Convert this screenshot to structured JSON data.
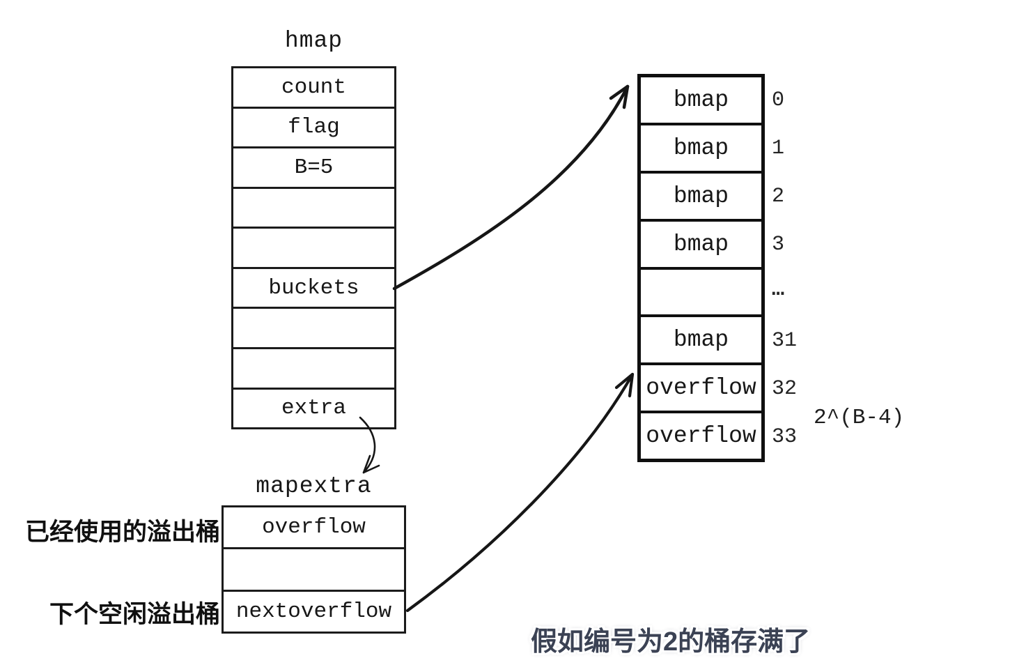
{
  "hmap": {
    "title": "hmap",
    "rows": [
      "count",
      "flag",
      "B=5",
      "",
      "",
      "buckets",
      "",
      "",
      "extra"
    ]
  },
  "bucket_array": {
    "rows": [
      {
        "label": "bmap",
        "index": "0"
      },
      {
        "label": "bmap",
        "index": "1"
      },
      {
        "label": "bmap",
        "index": "2"
      },
      {
        "label": "bmap",
        "index": "3"
      },
      {
        "label": "",
        "index": "…"
      },
      {
        "label": "bmap",
        "index": "31"
      },
      {
        "label": "overflow",
        "index": "32"
      },
      {
        "label": "overflow",
        "index": "33"
      }
    ],
    "size_annotation": "2^(B-4)"
  },
  "mapextra": {
    "title": "mapextra",
    "rows": [
      "overflow",
      "",
      "nextoverflow"
    ],
    "side_labels": [
      "已经使用的溢出桶",
      "下个空闲溢出桶"
    ]
  },
  "caption": {
    "text": "假如编号为2的桶存满了"
  },
  "colors": {
    "background": "#ffffff",
    "ink": "#1b1b1b",
    "caption_fill": "#3b4254",
    "caption_outline": "#ffffff"
  }
}
